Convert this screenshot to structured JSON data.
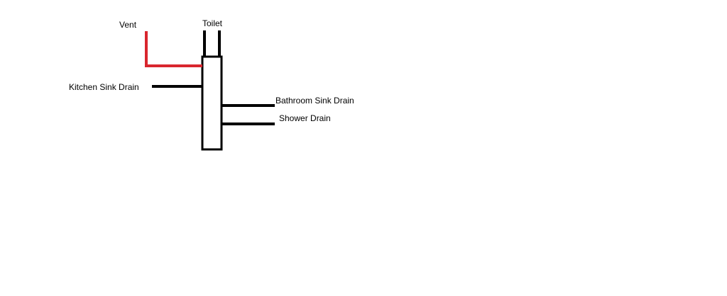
{
  "labels": {
    "vent": "Vent",
    "toilet": "Toilet",
    "kitchen_sink_drain": "Kitchen Sink Drain",
    "bathroom_sink_drain": "Bathroom Sink Drain",
    "shower_drain": "Shower Drain"
  },
  "colors": {
    "pipe": "#000000",
    "vent_pipe": "#d9262e",
    "background": "#ffffff"
  }
}
